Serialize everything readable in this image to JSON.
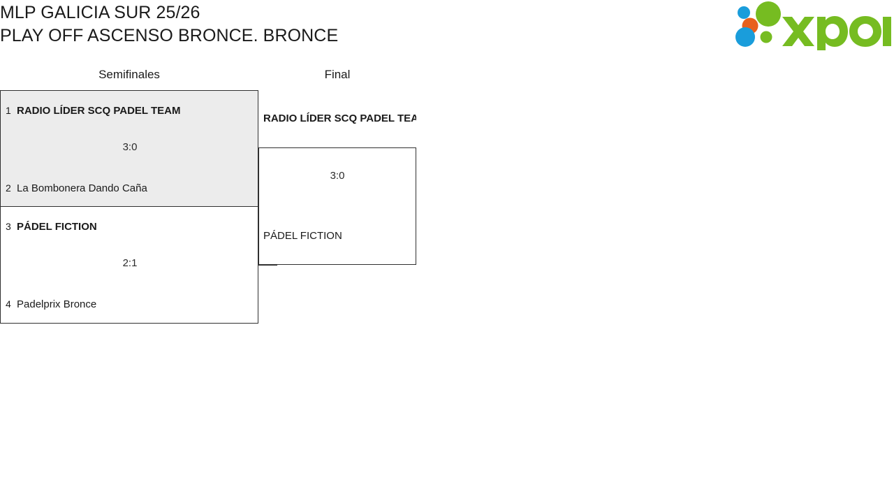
{
  "header": {
    "title_line_1": "MLP GALICIA SUR 25/26",
    "title_line_2": "PLAY OFF ASCENSO BRONCE. BRONCE",
    "logo": {
      "wordmark": "xporty",
      "icon_name": "xporty-dots-logo",
      "colors": {
        "green": "#76bc21",
        "blue": "#1a9ddb",
        "orange": "#e8601c"
      }
    }
  },
  "bracket": {
    "rounds": [
      {
        "label": "Semifinales"
      },
      {
        "label": "Final"
      }
    ],
    "matches": [
      {
        "id": "semifinal-1",
        "round": 0,
        "highlighted": true,
        "score": "3:0",
        "competitors": [
          {
            "seed": "1",
            "name": "RADIO LÍDER SCQ PADEL TEAM",
            "winner": true
          },
          {
            "seed": "2",
            "name": "La Bombonera Dando Caña",
            "winner": false
          }
        ]
      },
      {
        "id": "semifinal-2",
        "round": 0,
        "highlighted": false,
        "score": "2:1",
        "competitors": [
          {
            "seed": "3",
            "name": "PÁDEL FICTION",
            "winner": true
          },
          {
            "seed": "4",
            "name": "Padelprix Bronce",
            "winner": false
          }
        ]
      },
      {
        "id": "final",
        "round": 1,
        "highlighted": false,
        "score": "3:0",
        "competitors": [
          {
            "seed": "",
            "name": "RADIO LÍDER SCQ PADEL TEAM",
            "winner": true
          },
          {
            "seed": "",
            "name": "PÁDEL FICTION",
            "winner": false
          }
        ]
      }
    ]
  },
  "colors": {
    "highlight_background": "#ececec",
    "border": "#303030",
    "text": "#1a1a1a",
    "page_background": "#ffffff"
  }
}
